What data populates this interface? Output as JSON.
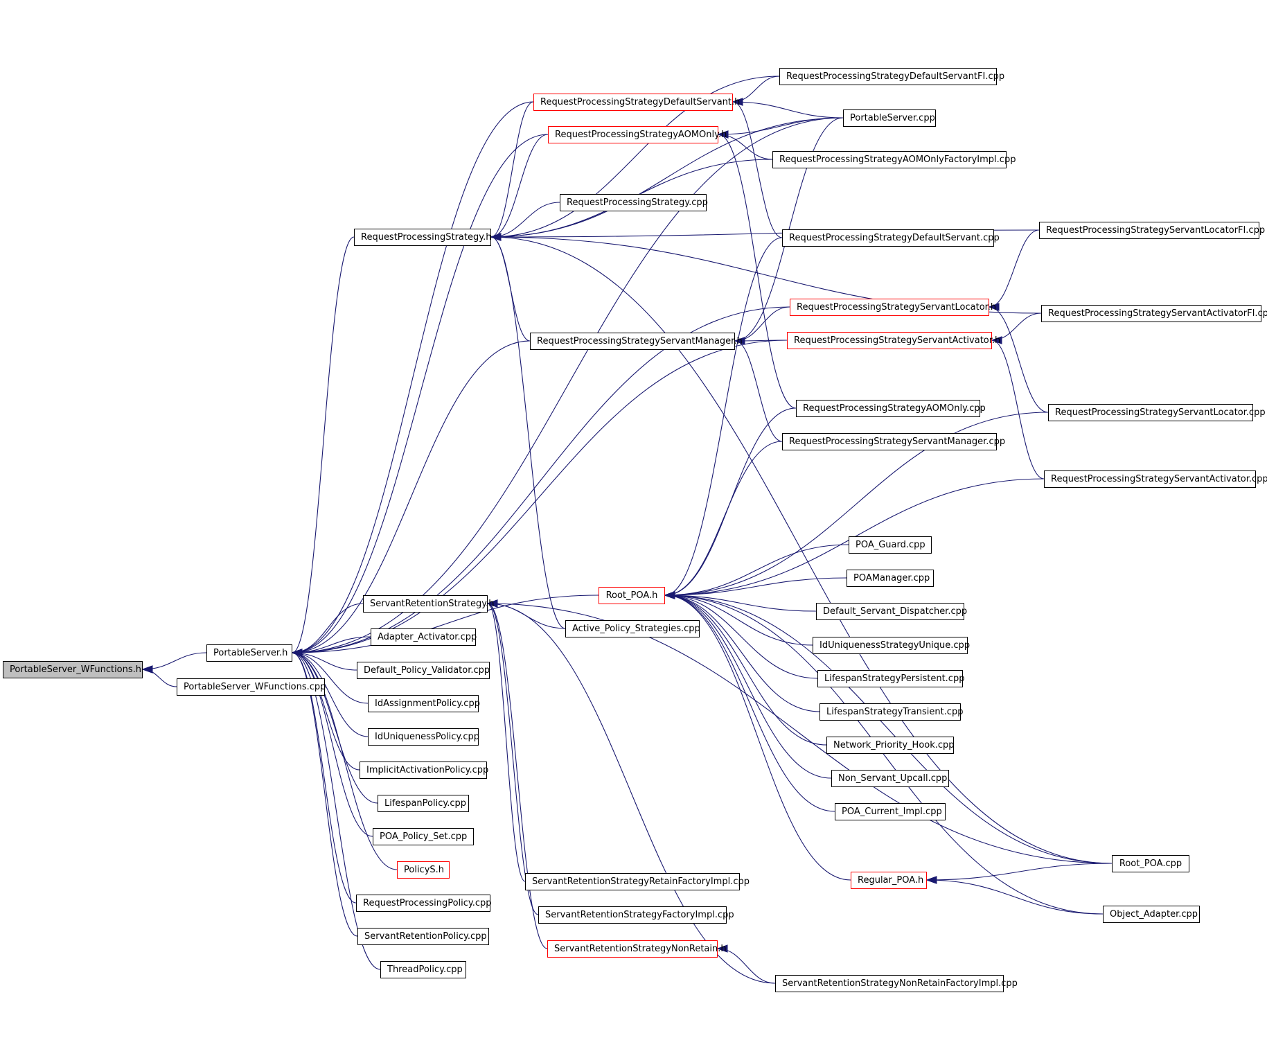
{
  "diagram": {
    "root": "PortableServer_WFunctions.h",
    "colors": {
      "edge": "#191970",
      "root_fill": "#bfbfbf",
      "border_default": "#000000",
      "border_linked_header": "#ff0000"
    },
    "nodes": [
      {
        "id": "n1",
        "label": "PortableServer_WFunctions.h",
        "style": "root"
      },
      {
        "id": "n2",
        "label": "PortableServer.h",
        "style": "black"
      },
      {
        "id": "n3",
        "label": "PortableServer_WFunctions.cpp",
        "style": "black"
      },
      {
        "id": "n4",
        "label": "RequestProcessingStrategyDefaultServantFI.cpp",
        "style": "black"
      },
      {
        "id": "n5",
        "label": "RequestProcessingStrategyDefaultServant.h",
        "style": "red"
      },
      {
        "id": "n6",
        "label": "PortableServer.cpp",
        "style": "black"
      },
      {
        "id": "n7",
        "label": "RequestProcessingStrategyAOMOnly.h",
        "style": "red"
      },
      {
        "id": "n8",
        "label": "RequestProcessingStrategyAOMOnlyFactoryImpl.cpp",
        "style": "black"
      },
      {
        "id": "n9",
        "label": "RequestProcessingStrategy.cpp",
        "style": "black"
      },
      {
        "id": "n10",
        "label": "RequestProcessingStrategy.h",
        "style": "black"
      },
      {
        "id": "n11",
        "label": "RequestProcessingStrategyServantLocatorFI.cpp",
        "style": "black"
      },
      {
        "id": "n12",
        "label": "RequestProcessingStrategyDefaultServant.cpp",
        "style": "black"
      },
      {
        "id": "n13",
        "label": "RequestProcessingStrategyServantLocator.h",
        "style": "red"
      },
      {
        "id": "n14",
        "label": "RequestProcessingStrategyServantActivatorFI.cpp",
        "style": "black"
      },
      {
        "id": "n15",
        "label": "RequestProcessingStrategyServantManager.h",
        "style": "black"
      },
      {
        "id": "n16",
        "label": "RequestProcessingStrategyServantActivator.h",
        "style": "red"
      },
      {
        "id": "n17",
        "label": "RequestProcessingStrategyAOMOnly.cpp",
        "style": "black"
      },
      {
        "id": "n18",
        "label": "RequestProcessingStrategyServantLocator.cpp",
        "style": "black"
      },
      {
        "id": "n19",
        "label": "RequestProcessingStrategyServantManager.cpp",
        "style": "black"
      },
      {
        "id": "n20",
        "label": "RequestProcessingStrategyServantActivator.cpp",
        "style": "black"
      },
      {
        "id": "n21",
        "label": "POA_Guard.cpp",
        "style": "black"
      },
      {
        "id": "n22",
        "label": "POAManager.cpp",
        "style": "black"
      },
      {
        "id": "n23",
        "label": "Root_POA.h",
        "style": "red"
      },
      {
        "id": "n24",
        "label": "ServantRetentionStrategy.h",
        "style": "black"
      },
      {
        "id": "n25",
        "label": "Default_Servant_Dispatcher.cpp",
        "style": "black"
      },
      {
        "id": "n26",
        "label": "Active_Policy_Strategies.cpp",
        "style": "black"
      },
      {
        "id": "n27",
        "label": "Adapter_Activator.cpp",
        "style": "black"
      },
      {
        "id": "n28",
        "label": "IdUniquenessStrategyUnique.cpp",
        "style": "black"
      },
      {
        "id": "n29",
        "label": "Default_Policy_Validator.cpp",
        "style": "black"
      },
      {
        "id": "n30",
        "label": "LifespanStrategyPersistent.cpp",
        "style": "black"
      },
      {
        "id": "n31",
        "label": "IdAssignmentPolicy.cpp",
        "style": "black"
      },
      {
        "id": "n32",
        "label": "LifespanStrategyTransient.cpp",
        "style": "black"
      },
      {
        "id": "n33",
        "label": "IdUniquenessPolicy.cpp",
        "style": "black"
      },
      {
        "id": "n34",
        "label": "Network_Priority_Hook.cpp",
        "style": "black"
      },
      {
        "id": "n35",
        "label": "ImplicitActivationPolicy.cpp",
        "style": "black"
      },
      {
        "id": "n36",
        "label": "Non_Servant_Upcall.cpp",
        "style": "black"
      },
      {
        "id": "n37",
        "label": "LifespanPolicy.cpp",
        "style": "black"
      },
      {
        "id": "n38",
        "label": "POA_Current_Impl.cpp",
        "style": "black"
      },
      {
        "id": "n39",
        "label": "POA_Policy_Set.cpp",
        "style": "black"
      },
      {
        "id": "n40",
        "label": "Root_POA.cpp",
        "style": "black"
      },
      {
        "id": "n41",
        "label": "PolicyS.h",
        "style": "red"
      },
      {
        "id": "n42",
        "label": "Regular_POA.h",
        "style": "red"
      },
      {
        "id": "n43",
        "label": "ServantRetentionStrategyRetainFactoryImpl.cpp",
        "style": "black"
      },
      {
        "id": "n44",
        "label": "RequestProcessingPolicy.cpp",
        "style": "black"
      },
      {
        "id": "n45",
        "label": "Object_Adapter.cpp",
        "style": "black"
      },
      {
        "id": "n46",
        "label": "ServantRetentionStrategyFactoryImpl.cpp",
        "style": "black"
      },
      {
        "id": "n47",
        "label": "ServantRetentionPolicy.cpp",
        "style": "black"
      },
      {
        "id": "n48",
        "label": "ServantRetentionStrategyNonRetain.h",
        "style": "red"
      },
      {
        "id": "n49",
        "label": "ThreadPolicy.cpp",
        "style": "black"
      },
      {
        "id": "n50",
        "label": "ServantRetentionStrategyNonRetainFactoryImpl.cpp",
        "style": "black"
      }
    ],
    "edges": [
      [
        "n2",
        "n1"
      ],
      [
        "n3",
        "n1"
      ],
      [
        "n5",
        "n2"
      ],
      [
        "n7",
        "n2"
      ],
      [
        "n10",
        "n2"
      ],
      [
        "n15",
        "n2"
      ],
      [
        "n13",
        "n2"
      ],
      [
        "n16",
        "n2"
      ],
      [
        "n23",
        "n2"
      ],
      [
        "n24",
        "n2"
      ],
      [
        "n6",
        "n2"
      ],
      [
        "n27",
        "n2"
      ],
      [
        "n29",
        "n2"
      ],
      [
        "n31",
        "n2"
      ],
      [
        "n33",
        "n2"
      ],
      [
        "n35",
        "n2"
      ],
      [
        "n37",
        "n2"
      ],
      [
        "n39",
        "n2"
      ],
      [
        "n41",
        "n2"
      ],
      [
        "n44",
        "n2"
      ],
      [
        "n47",
        "n2"
      ],
      [
        "n49",
        "n2"
      ],
      [
        "n4",
        "n5"
      ],
      [
        "n6",
        "n5"
      ],
      [
        "n12",
        "n5"
      ],
      [
        "n6",
        "n7"
      ],
      [
        "n8",
        "n7"
      ],
      [
        "n17",
        "n7"
      ],
      [
        "n5",
        "n10"
      ],
      [
        "n7",
        "n10"
      ],
      [
        "n9",
        "n10"
      ],
      [
        "n11",
        "n10"
      ],
      [
        "n14",
        "n10"
      ],
      [
        "n15",
        "n10"
      ],
      [
        "n4",
        "n10"
      ],
      [
        "n6",
        "n10"
      ],
      [
        "n8",
        "n10"
      ],
      [
        "n26",
        "n10"
      ],
      [
        "n40",
        "n10"
      ],
      [
        "n13",
        "n15"
      ],
      [
        "n16",
        "n15"
      ],
      [
        "n6",
        "n15"
      ],
      [
        "n19",
        "n15"
      ],
      [
        "n11",
        "n13"
      ],
      [
        "n18",
        "n13"
      ],
      [
        "n14",
        "n16"
      ],
      [
        "n20",
        "n16"
      ],
      [
        "n12",
        "n23"
      ],
      [
        "n17",
        "n23"
      ],
      [
        "n19",
        "n23"
      ],
      [
        "n18",
        "n23"
      ],
      [
        "n20",
        "n23"
      ],
      [
        "n21",
        "n23"
      ],
      [
        "n22",
        "n23"
      ],
      [
        "n25",
        "n23"
      ],
      [
        "n28",
        "n23"
      ],
      [
        "n30",
        "n23"
      ],
      [
        "n32",
        "n23"
      ],
      [
        "n34",
        "n23"
      ],
      [
        "n36",
        "n23"
      ],
      [
        "n38",
        "n23"
      ],
      [
        "n40",
        "n23"
      ],
      [
        "n42",
        "n23"
      ],
      [
        "n45",
        "n23"
      ],
      [
        "n26",
        "n24"
      ],
      [
        "n43",
        "n24"
      ],
      [
        "n46",
        "n24"
      ],
      [
        "n48",
        "n24"
      ],
      [
        "n50",
        "n24"
      ],
      [
        "n40",
        "n24"
      ],
      [
        "n40",
        "n42"
      ],
      [
        "n45",
        "n42"
      ],
      [
        "n50",
        "n48"
      ]
    ]
  }
}
